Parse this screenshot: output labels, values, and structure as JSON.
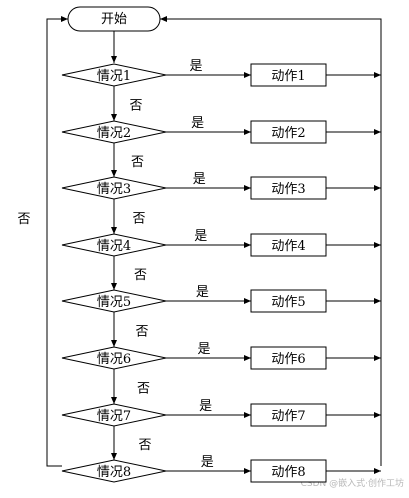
{
  "diagram": {
    "start_label": "开始",
    "yes_label": "是",
    "no_label": "否",
    "loop_no_label": "否",
    "conditions": [
      "情况1",
      "情况2",
      "情况3",
      "情况4",
      "情况5",
      "情况6",
      "情况7",
      "情况8"
    ],
    "actions": [
      "动作1",
      "动作2",
      "动作3",
      "动作4",
      "动作5",
      "动作6",
      "动作7",
      "动作8"
    ]
  },
  "watermark": "CSDN @嵌入式·创作工坊"
}
